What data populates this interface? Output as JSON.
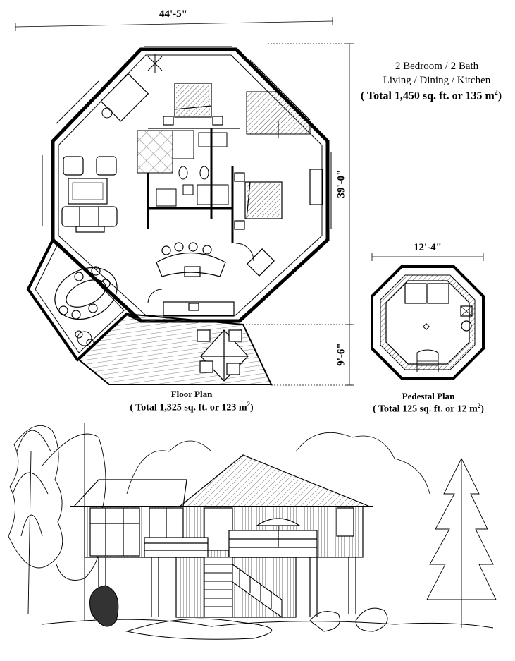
{
  "floor_plan": {
    "width_dim": "44'-5\"",
    "depth_dim": "39'-0\"",
    "deck_dim": "9'-6\"",
    "label": "Floor Plan",
    "area": "( Total 1,325 sq. ft. or 123 m",
    "area_sup": "2",
    "area_close": ")"
  },
  "summary": {
    "line1": "2 Bedroom / 2 Bath",
    "line2": "Living / Dining / Kitchen",
    "line3": "( Total 1,450 sq. ft. or 135 m",
    "line3_sup": "2",
    "line3_close": ")"
  },
  "pedestal_plan": {
    "width_dim": "12'-4\"",
    "label": "Pedestal Plan",
    "area": "( Total 125 sq. ft. or 12 m",
    "area_sup": "2",
    "area_close": ")"
  },
  "colors": {
    "line": "#000000",
    "background": "#ffffff",
    "hatch": "#555555"
  }
}
